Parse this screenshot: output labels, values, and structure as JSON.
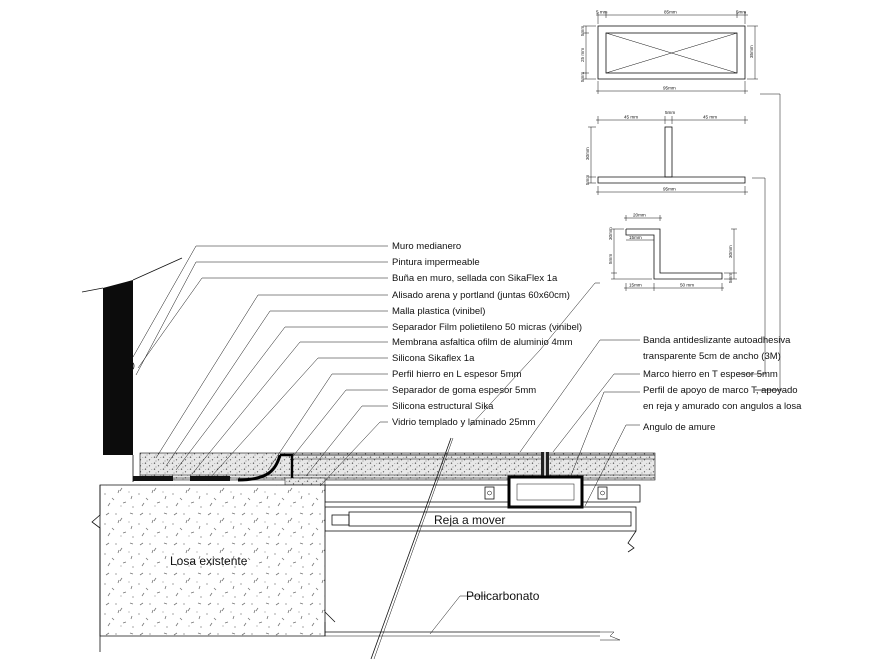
{
  "labels": {
    "muro": "Muro medianero",
    "pintura": "Pintura impermeable",
    "buna": "Buña en muro, sellada con SikaFlex 1a",
    "alisado": "Alisado arena y portland (juntas 60x60cm)",
    "malla": "Malla plastica (vinibel)",
    "separador_film": "Separador Film polietileno 50 micras (vinibel)",
    "membrana": "Membrana asfaltica ofilm de aluminio 4mm",
    "silicona_flex": "Silicona Sikaflex 1a",
    "perfil_l": "Perfil  hierro en L espesor 5mm",
    "separador_goma": "Separador de goma espesor 5mm",
    "silicona_estructural": "Silicona estructural Sika",
    "vidrio": "Vidrio templado y laminado 25mm",
    "banda_1": "Banda antideslizante autoadhesiva",
    "banda_2": "transparente 5cm de ancho (3M)",
    "marco_t": "Marco  hierro en T espesor 5mm",
    "perfil_apoyo_1": "Perfil de apoyo de marco T, apoyado",
    "perfil_apoyo_2": "en reja y amurado con angulos a losa",
    "angulo": "Angulo de amure",
    "reja": "Reja a mover",
    "losa": "Losa existente",
    "policarbonato": "Policarbonato"
  },
  "dimensions": {
    "rect_top_left": "5 mm",
    "rect_top_mid": "85mm",
    "rect_top_right": "5mm",
    "rect_left_top": "5mm",
    "rect_left_mid": "25 mm",
    "rect_left_bot": "5mm",
    "rect_right": "35mm",
    "rect_bottom": "95mm",
    "t_top_left": "45 mm",
    "t_top_mid": "5mm",
    "t_top_right": "45 mm",
    "t_left_top": "30mm",
    "t_left_bot": "5mm",
    "t_bottom": "95mm",
    "l_top": "20mm",
    "l_left": "30mm",
    "l_left_bot": "5mm",
    "l_small": "15mm",
    "l_right": "30mm",
    "l_right_bot": "5mm",
    "l_bottom_left": "15mm",
    "l_bottom": "50 mm"
  }
}
